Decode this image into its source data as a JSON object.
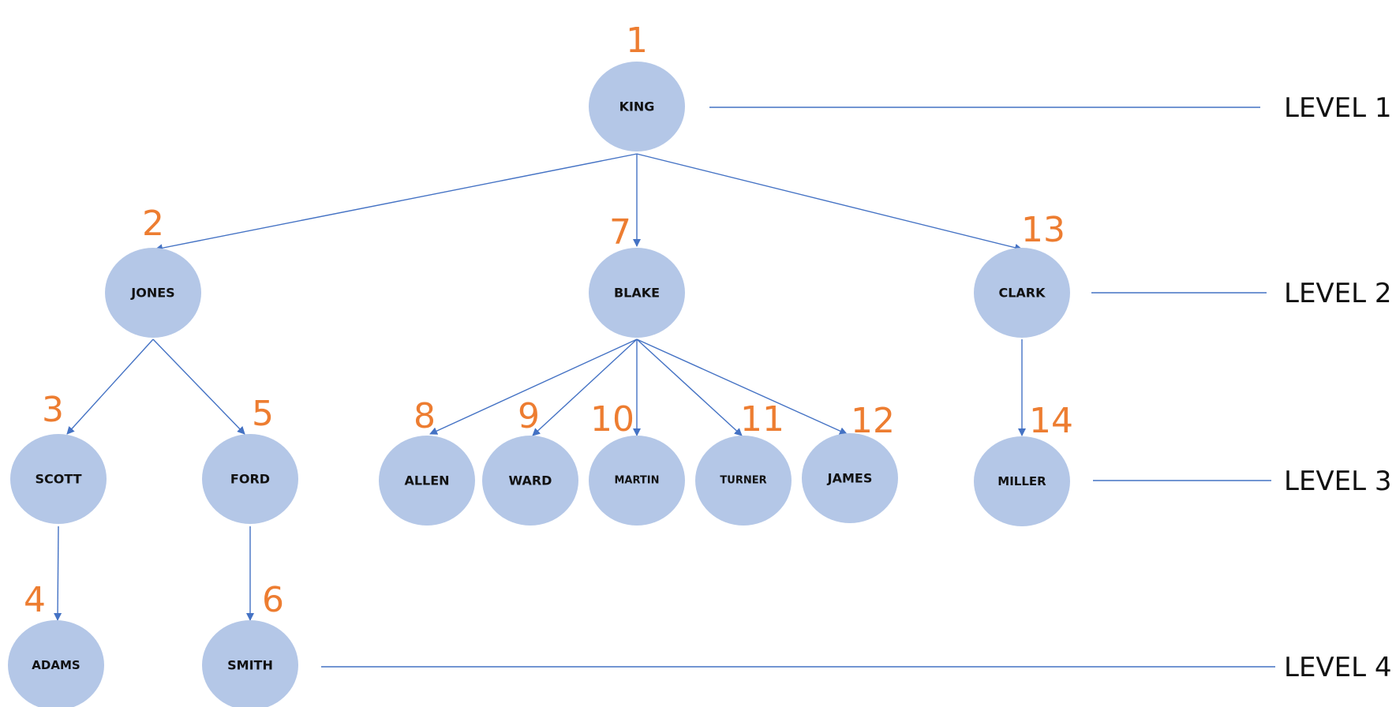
{
  "colors": {
    "node_fill": "#b4c7e7",
    "edge": "#4472c4",
    "order_number": "#ed7d31",
    "text": "#111111"
  },
  "nodes": [
    {
      "id": "king",
      "label": "KING",
      "order": "1"
    },
    {
      "id": "jones",
      "label": "JONES",
      "order": "2"
    },
    {
      "id": "scott",
      "label": "SCOTT",
      "order": "3"
    },
    {
      "id": "adams",
      "label": "ADAMS",
      "order": "4"
    },
    {
      "id": "ford",
      "label": "FORD",
      "order": "5"
    },
    {
      "id": "smith",
      "label": "SMITH",
      "order": "6"
    },
    {
      "id": "blake",
      "label": "BLAKE",
      "order": "7"
    },
    {
      "id": "allen",
      "label": "ALLEN",
      "order": "8"
    },
    {
      "id": "ward",
      "label": "WARD",
      "order": "9"
    },
    {
      "id": "martin",
      "label": "MARTIN",
      "order": "10"
    },
    {
      "id": "turner",
      "label": "TURNER",
      "order": "11"
    },
    {
      "id": "james",
      "label": "JAMES",
      "order": "12"
    },
    {
      "id": "clark",
      "label": "CLARK",
      "order": "13"
    },
    {
      "id": "miller",
      "label": "MILLER",
      "order": "14"
    }
  ],
  "edges": [
    {
      "from": "king",
      "to": "jones"
    },
    {
      "from": "king",
      "to": "blake"
    },
    {
      "from": "king",
      "to": "clark"
    },
    {
      "from": "jones",
      "to": "scott"
    },
    {
      "from": "jones",
      "to": "ford"
    },
    {
      "from": "scott",
      "to": "adams"
    },
    {
      "from": "ford",
      "to": "smith"
    },
    {
      "from": "blake",
      "to": "allen"
    },
    {
      "from": "blake",
      "to": "ward"
    },
    {
      "from": "blake",
      "to": "martin"
    },
    {
      "from": "blake",
      "to": "turner"
    },
    {
      "from": "blake",
      "to": "james"
    },
    {
      "from": "clark",
      "to": "miller"
    }
  ],
  "levels": [
    {
      "label": "LEVEL 1"
    },
    {
      "label": "LEVEL 2"
    },
    {
      "label": "LEVEL 3"
    },
    {
      "label": "LEVEL 4"
    }
  ]
}
